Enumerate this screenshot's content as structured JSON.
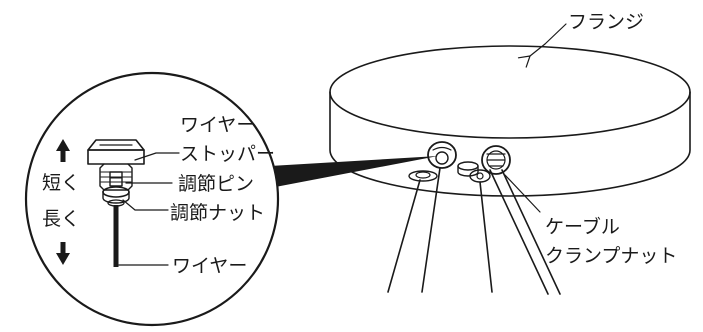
{
  "labels": {
    "flange": "フランジ",
    "wire_stopper_line1": "ワイヤー",
    "wire_stopper_line2": "ストッパー",
    "adjust_pin": "調節ピン",
    "adjust_nut": "調節ナット",
    "wire": "ワイヤー",
    "shorter": "短く",
    "longer": "長く",
    "cable_clamp_nut_line1": "ケーブル",
    "cable_clamp_nut_line2": "クランプナット"
  },
  "icons": {
    "up": "arrow-up-icon",
    "down": "arrow-down-icon"
  },
  "colors": {
    "ink": "#1a1a1a",
    "background": "#ffffff"
  }
}
